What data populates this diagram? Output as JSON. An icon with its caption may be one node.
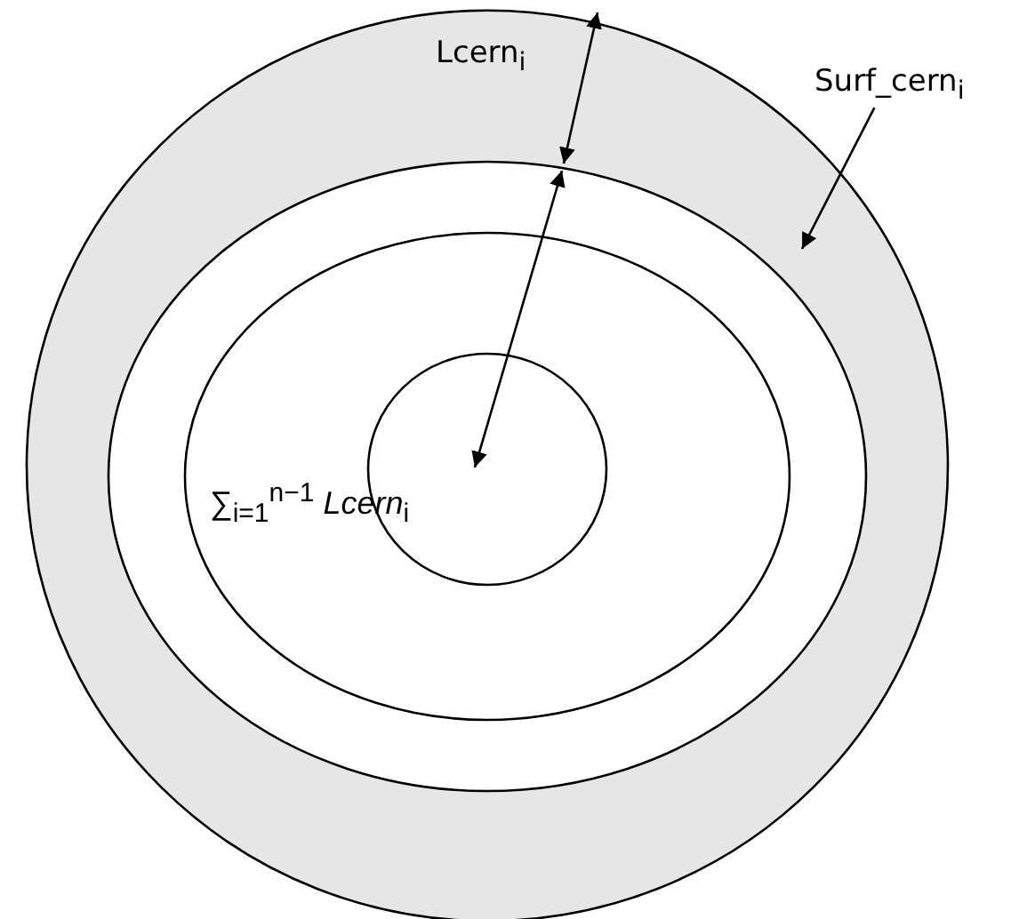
{
  "diagram": {
    "nodes": [
      {
        "text": [
          "Surf_cern$_{i}$"
        ]
      },
      {
        "text": [],
        "shape": "circle"
      }
    ],
    "edges": [
      {
        "from": 0,
        "to": 1,
        "arrow": "to"
      }
    ],
    "labels": [
      "Lcern$_{i}$",
      "∑$_{i=1}$$^{n−1}$ *Lcern*$_{i}$"
    ]
  }
}
